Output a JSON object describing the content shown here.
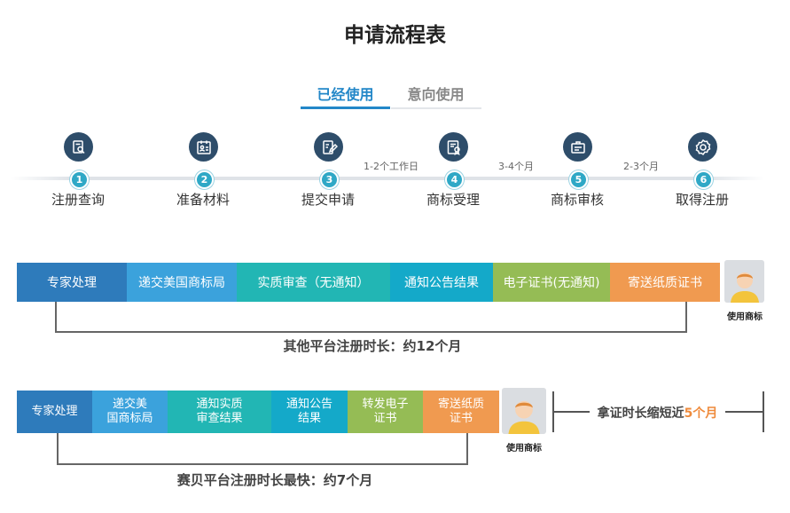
{
  "title": "申请流程表",
  "tabs": [
    {
      "label": "已经使用",
      "active": true
    },
    {
      "label": "意向使用",
      "active": false
    }
  ],
  "steps": [
    {
      "num": "1",
      "label": "注册查询",
      "icon": "search-document-icon"
    },
    {
      "num": "2",
      "label": "准备材料",
      "icon": "id-card-icon"
    },
    {
      "num": "3",
      "label": "提交申请",
      "icon": "edit-document-icon"
    },
    {
      "num": "4",
      "label": "商标受理",
      "icon": "certificate-icon"
    },
    {
      "num": "5",
      "label": "商标审核",
      "icon": "badge-icon"
    },
    {
      "num": "6",
      "label": "取得注册",
      "icon": "seal-icon"
    }
  ],
  "gaps": [
    "1-2个工作日",
    "3-4个月",
    "2-3个月"
  ],
  "row1": {
    "segments": [
      "专家处理",
      "递交美国商标局",
      "实质审查（无通知）",
      "通知公告结果",
      "电子证书(无通知)",
      "寄送纸质证书"
    ],
    "avatar_label": "使用商标",
    "caption": "其他平台注册时长：约12个月"
  },
  "row2": {
    "segments": [
      "专家处理",
      "递交美\n国商标局",
      "通知实质\n审查结果",
      "通知公告\n结果",
      "转发电子\n证书",
      "寄送纸质\n证书"
    ],
    "avatar_label": "使用商标",
    "caption": "赛贝平台注册时长最快：约7个月",
    "shorten_prefix": "拿证时长缩短近",
    "shorten_value": "5个月"
  },
  "colors": {
    "accent": "#2387c8",
    "seg_dark_blue": "#2e7bbb",
    "seg_blue": "#3ba2dc",
    "seg_teal": "#22b6b4",
    "seg_cyan": "#14a9c9",
    "seg_green": "#95bc55",
    "seg_orange": "#f09a50"
  }
}
